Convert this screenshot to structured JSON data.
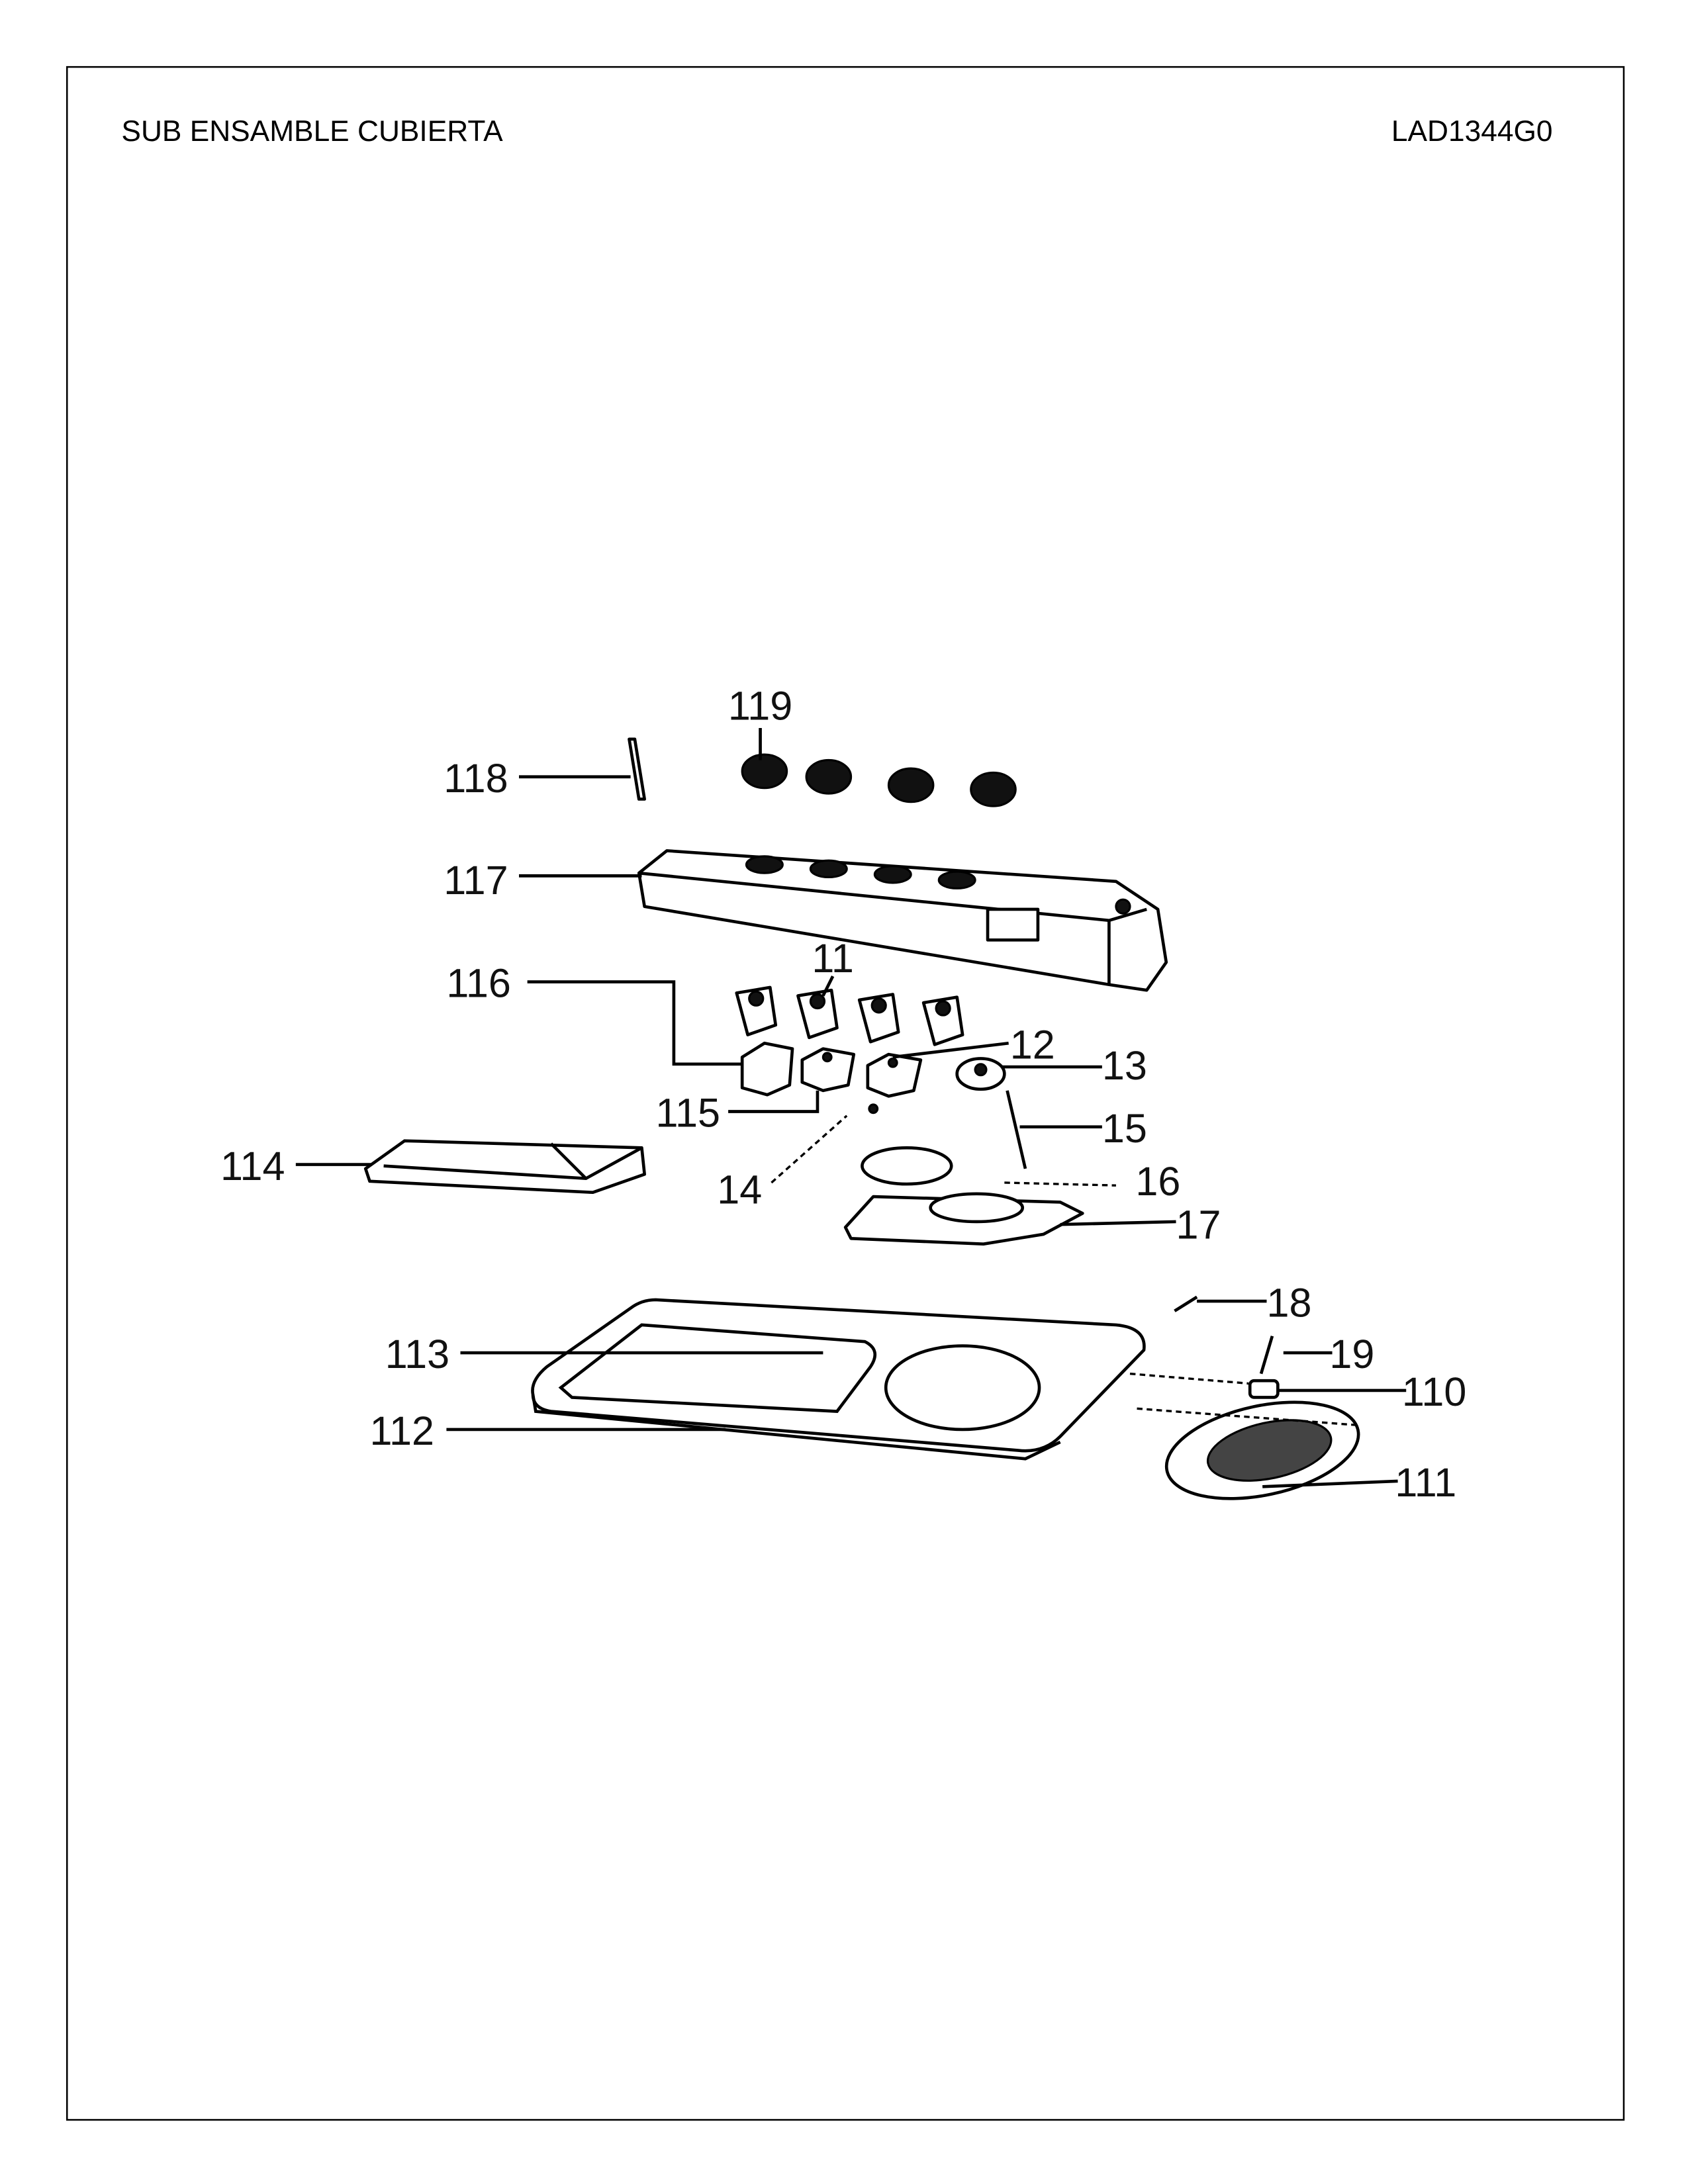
{
  "header": {
    "title": "SUB ENSAMBLE CUBIERTA",
    "model_code": "LAD1344G0"
  },
  "callouts": {
    "c119": "119",
    "c118": "118",
    "c117": "117",
    "c116": "116",
    "c11": "11",
    "c12": "12",
    "c13": "13",
    "c115": "115",
    "c15": "15",
    "c14": "14",
    "c16": "16",
    "c17": "17",
    "c114": "114",
    "c18": "18",
    "c19": "19",
    "c110": "110",
    "c113": "113",
    "c112": "112",
    "c111": "111"
  }
}
